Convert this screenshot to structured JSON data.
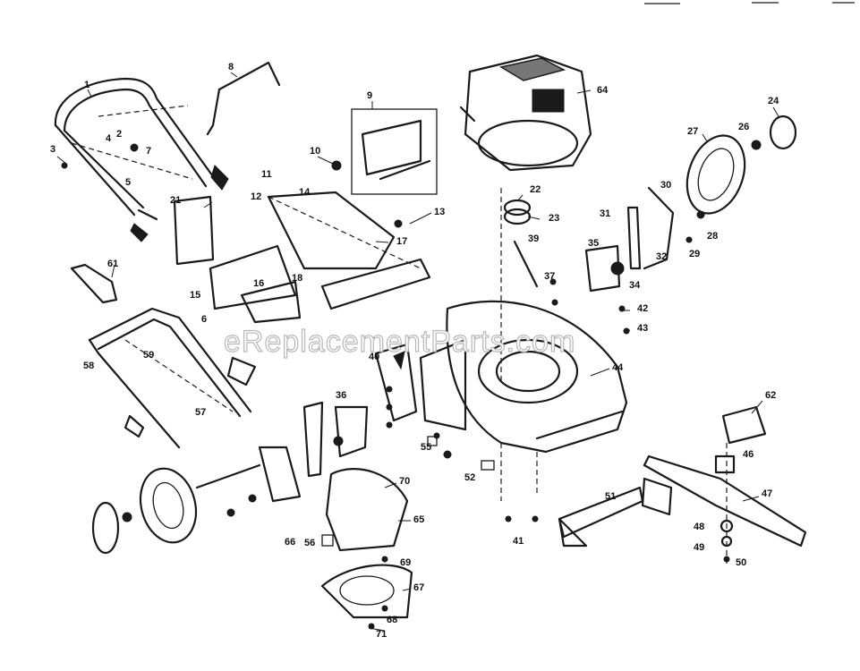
{
  "watermark": "eReplacementParts.com",
  "callouts": [
    "1",
    "2",
    "3",
    "4",
    "5",
    "6",
    "7",
    "8",
    "9",
    "10",
    "11",
    "12",
    "13",
    "14",
    "15",
    "16",
    "17",
    "18",
    "21",
    "22",
    "23",
    "24",
    "26",
    "27",
    "28",
    "29",
    "30",
    "31",
    "32",
    "34",
    "35",
    "36",
    "37",
    "39",
    "40",
    "41",
    "42",
    "43",
    "44",
    "46",
    "47",
    "48",
    "49",
    "50",
    "51",
    "52",
    "55",
    "56",
    "57",
    "58",
    "59",
    "61",
    "62",
    "64",
    "65",
    "66",
    "67",
    "68",
    "69",
    "70",
    "71"
  ]
}
